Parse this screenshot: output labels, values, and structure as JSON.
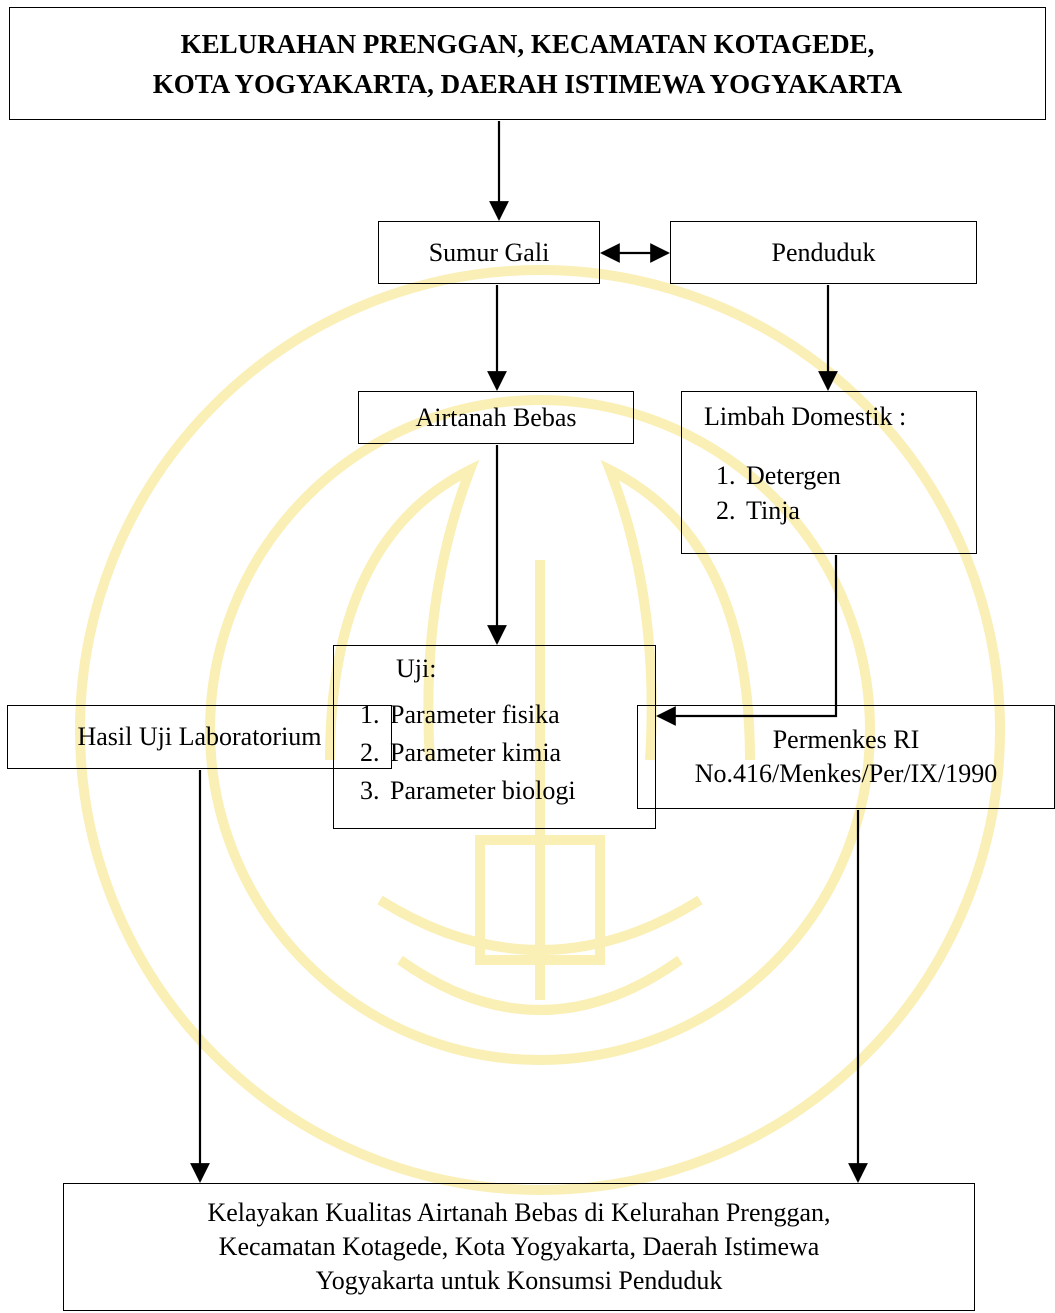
{
  "title": {
    "line1": "KELURAHAN PRENGGAN, KECAMATAN KOTAGEDE,",
    "line2": "KOTA YOGYAKARTA, DAERAH ISTIMEWA YOGYAKARTA"
  },
  "nodes": {
    "sumur_gali": "Sumur Gali",
    "penduduk": "Penduduk",
    "airtanah_bebas": "Airtanah Bebas",
    "limbah": {
      "heading": "Limbah Domestik :",
      "items": [
        {
          "num": "1.",
          "label": "Detergen"
        },
        {
          "num": "2.",
          "label": "Tinja"
        }
      ]
    },
    "uji": {
      "heading": "Uji:",
      "items": [
        {
          "num": "1.",
          "label": "Parameter fisika"
        },
        {
          "num": "2.",
          "label": "Parameter kimia"
        },
        {
          "num": "3.",
          "label": "Parameter biologi"
        }
      ]
    },
    "hasil_uji": "Hasil Uji Laboratorium",
    "permenkes": {
      "line1": "Permenkes RI",
      "line2": "No.416/Menkes/Per/IX/1990"
    },
    "kelayakan": {
      "line1": "Kelayakan Kualitas Airtanah Bebas di Kelurahan Prenggan,",
      "line2": "Kecamatan Kotagede, Kota Yogyakarta, Daerah Istimewa",
      "line3": "Yogyakarta untuk Konsumsi Penduduk"
    }
  },
  "colors": {
    "watermark": "#f6e27a",
    "line": "#000000"
  }
}
